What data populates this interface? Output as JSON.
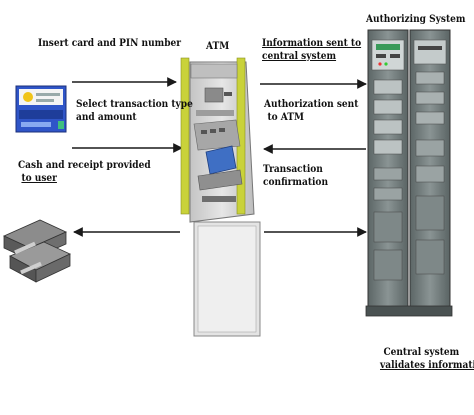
{
  "labels": {
    "insert_card": "Insert card and PIN number",
    "atm": "ATM",
    "authorizing_system": "Authorizing System",
    "info_sent_line1": "Information  sent to",
    "info_sent_line2": "central system",
    "select_line1": "Select transaction type",
    "select_line2": "and amount",
    "auth_sent_line1": "Authorization sent",
    "auth_sent_line2": "to ATM",
    "cash_line1": "Cash and receipt provided",
    "cash_line2": "to user",
    "confirm_line1": "Transaction",
    "confirm_line2": "confirmation",
    "central_line1": "Central system",
    "central_line2": "validates  information"
  },
  "colors": {
    "arrow": "#1a1a1a",
    "atm_body": "#d9d9d9",
    "atm_frame": "#c9d23a",
    "atm_screen": "#3f6fc4",
    "server_body": "#6f7a7a",
    "card_blue": "#2f55c8",
    "card_yellow": "#f0c419",
    "cash": "#5a5a5a"
  },
  "icons": {
    "card": "bank-card-icon",
    "atm": "atm-machine-icon",
    "server": "server-rack-icon",
    "cash": "cash-stack-icon"
  }
}
